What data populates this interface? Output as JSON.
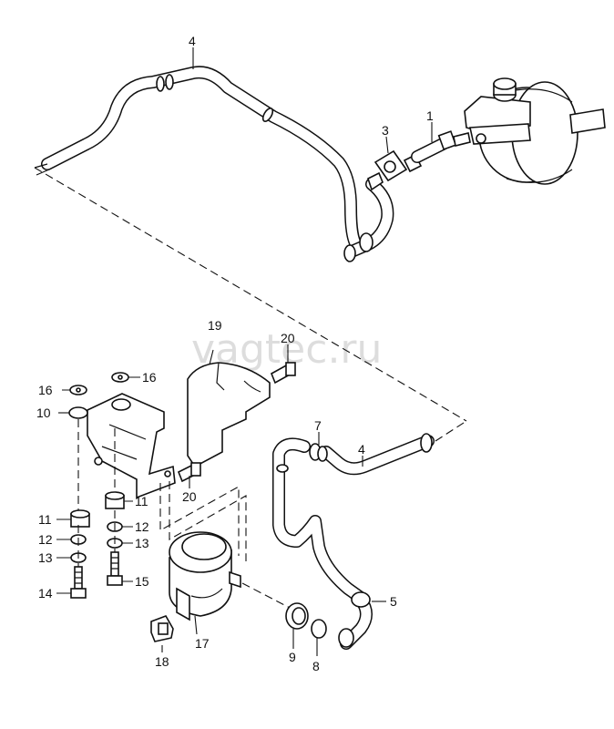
{
  "watermark": "vagtec.ru",
  "callouts": {
    "c1": "1",
    "c3": "3",
    "c4_top": "4",
    "c4_mid": "4",
    "c5": "5",
    "c7": "7",
    "c8": "8",
    "c9": "9",
    "c10": "10",
    "c11_left": "11",
    "c11_right": "11",
    "c12_left": "12",
    "c12_right": "12",
    "c13_left": "13",
    "c13_right": "13",
    "c14": "14",
    "c15": "15",
    "c16_left": "16",
    "c16_right": "16",
    "c17": "17",
    "c18": "18",
    "c19": "19",
    "c20_top": "20",
    "c20_bottom": "20"
  }
}
